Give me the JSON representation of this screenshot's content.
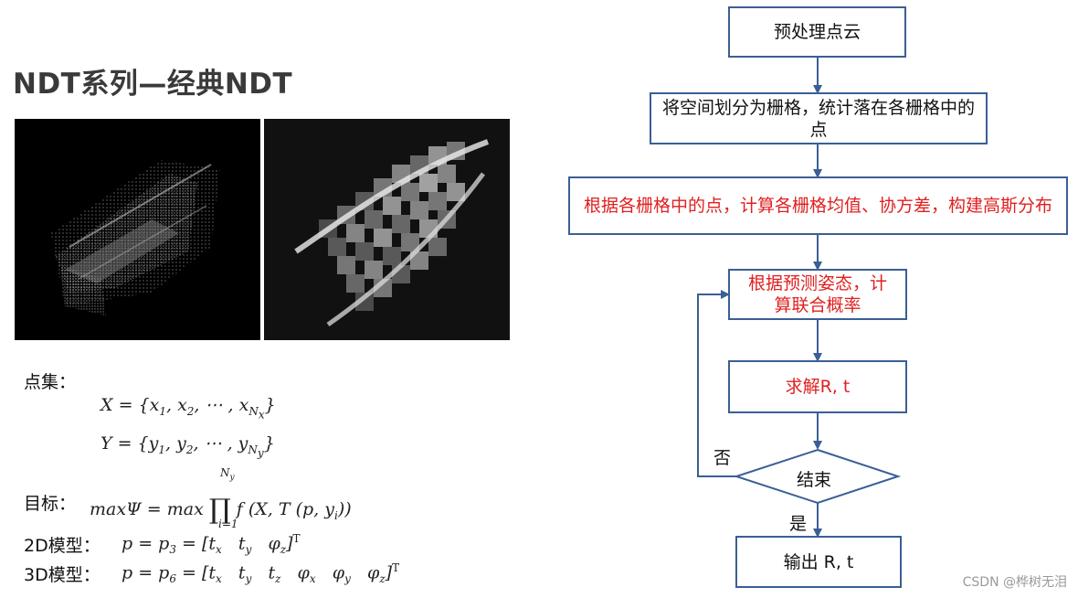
{
  "title": "NDT系列—经典NDT",
  "labels": {
    "point_set": "点集：",
    "objective": "目标：",
    "model_2d": "2D模型：",
    "model_3d": "3D模型："
  },
  "flowchart": {
    "step1": "预处理点云",
    "step2": "将空间划分为栅格，统计落在各栅格中的点",
    "step3": "根据各栅格中的点，计算各栅格均值、协方差，构建高斯分布",
    "step4": "根据预测姿态，计算联合概率",
    "step5": "求解R, t",
    "decision": "结束",
    "no_label": "否",
    "yes_label": "是",
    "output": "输出 R, t"
  },
  "colors": {
    "box_border": "#3a5f95",
    "arrow": "#3a5f95",
    "red_text": "#e02020"
  },
  "watermark": "CSDN @桦树无泪"
}
